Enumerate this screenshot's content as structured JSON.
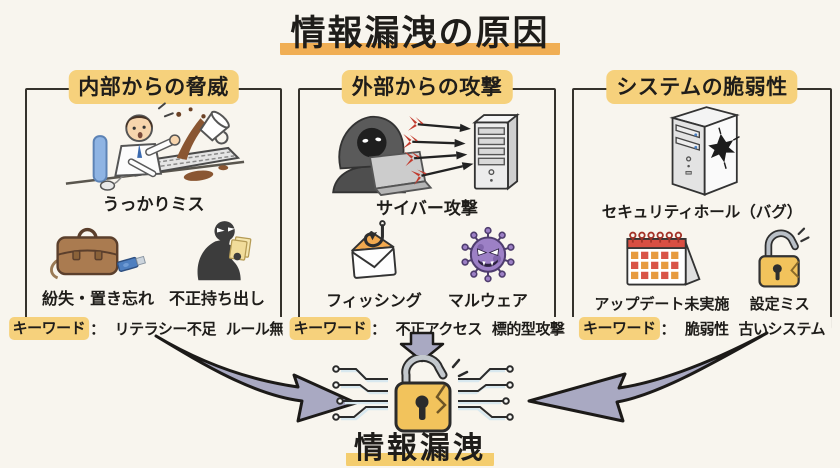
{
  "title": "情報漏洩の原因",
  "labels": {
    "keyword": "キーワード",
    "colon": "："
  },
  "sections": [
    {
      "header": "内部からの脅威",
      "main": {
        "label": "うっかりミス",
        "icon": "coffee-spill-icon"
      },
      "subs": [
        {
          "label": "紛失・置き忘れ",
          "icon": "briefcase-usb-icon"
        },
        {
          "label": "不正持ち出し",
          "icon": "thief-icon"
        }
      ],
      "keywords": [
        "リテラシー不足",
        "ルール無視"
      ]
    },
    {
      "header": "外部からの攻撃",
      "main": {
        "label": "サイバー攻撃",
        "icon": "hacker-attack-icon"
      },
      "subs": [
        {
          "label": "フィッシング",
          "icon": "phishing-hook-icon"
        },
        {
          "label": "マルウェア",
          "icon": "malware-virus-icon"
        }
      ],
      "keywords": [
        "不正アクセス",
        "標的型攻撃"
      ]
    },
    {
      "header": "システムの脆弱性",
      "main": {
        "label": "セキュリティホール（バグ）",
        "icon": "cracked-server-icon"
      },
      "subs": [
        {
          "label": "アップデート未実施",
          "icon": "calendar-icon"
        },
        {
          "label": "設定ミス",
          "icon": "broken-padlock-icon"
        }
      ],
      "keywords": [
        "脆弱性",
        "古いシステム"
      ]
    }
  ],
  "result": {
    "label": "情報漏洩",
    "icon": "open-padlock-circuit-icon"
  },
  "colors": {
    "background": "#f8f5ee",
    "highlight_yellow": "#f6d17c",
    "title_underline_orange": "#f0ae54",
    "result_underline_yellow": "#f4cd6e",
    "panel_border": "#35322c",
    "arrow_gray_purple": "#a9a9c2",
    "lock_gold": "#f2c35c",
    "virus_purple": "#9d80c6",
    "alert_red": "#d95347",
    "ink": "#1f1d1a"
  }
}
